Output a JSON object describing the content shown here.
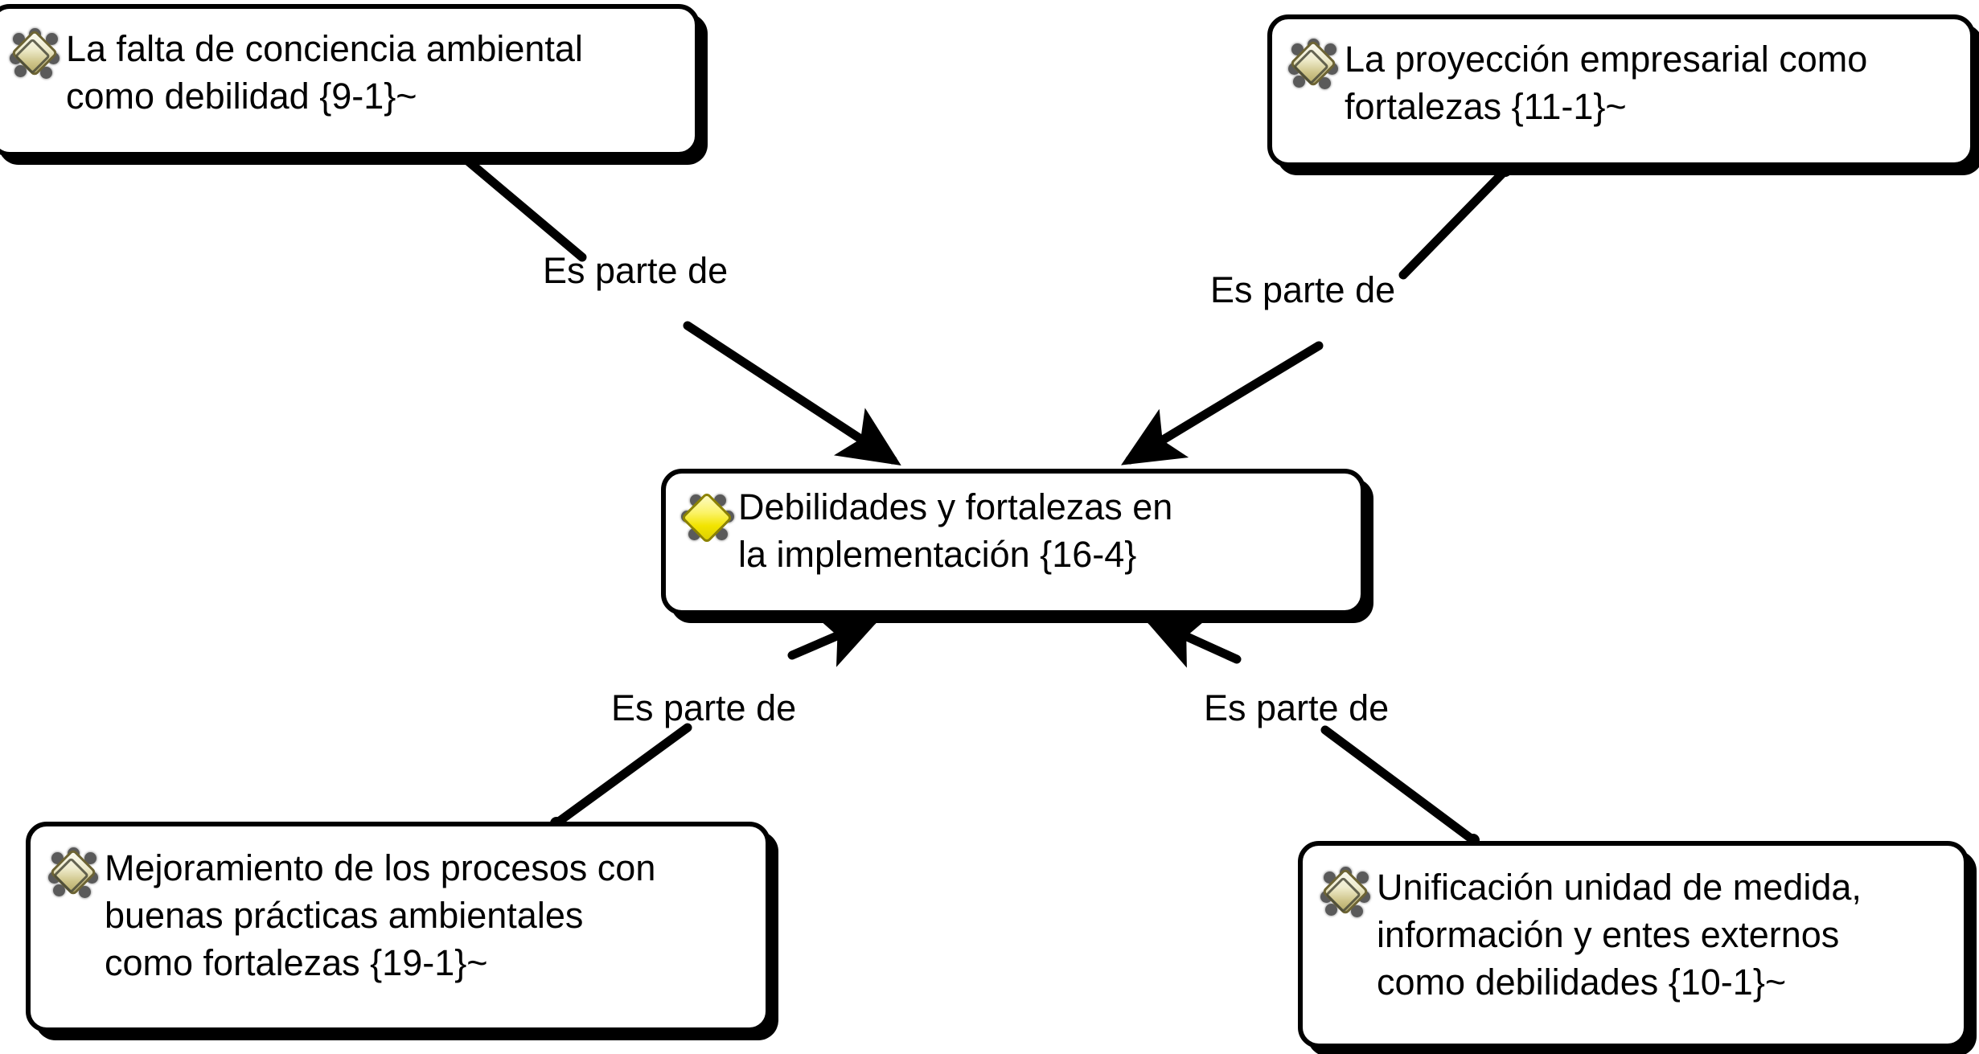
{
  "diagram": {
    "type": "concept-map",
    "background_color": "#ffffff",
    "line_color": "#000000",
    "node_border_color": "#000000",
    "node_fill_color": "#ffffff",
    "center_icon_color": "#f2e400",
    "outer_icon_color": "#cfc58a",
    "nodes": [
      {
        "id": "weakness-awareness",
        "label": "La falta de conciencia ambiental\ncomo debilidad {9-1}~",
        "code": "{9-1}~",
        "icon": "concept-cluster-icon",
        "role": "source"
      },
      {
        "id": "business-projection",
        "label": "La proyección empresarial como\nfortalezas {11-1}~",
        "code": "{11-1}~",
        "icon": "concept-cluster-icon",
        "role": "source"
      },
      {
        "id": "center",
        "label": "Debilidades y fortalezas en\nla implementación {16-4}",
        "code": "{16-4}",
        "icon": "concept-diamond-icon",
        "role": "target"
      },
      {
        "id": "improvement",
        "label": "Mejoramiento de los procesos con\nbuenas prácticas ambientales\ncomo fortalezas {19-1}~",
        "code": "{19-1}~",
        "icon": "concept-cluster-icon",
        "role": "source"
      },
      {
        "id": "unification",
        "label": "Unificación unidad de medida,\ninformación y entes externos\ncomo debilidades {10-1}~",
        "code": "{10-1}~",
        "icon": "concept-cluster-icon",
        "role": "source"
      }
    ],
    "edges": [
      {
        "id": "edge-0",
        "from": "weakness-awareness",
        "to": "center",
        "label": "Es parte de"
      },
      {
        "id": "edge-1",
        "from": "business-projection",
        "to": "center",
        "label": "Es parte de"
      },
      {
        "id": "edge-2",
        "from": "improvement",
        "to": "center",
        "label": "Es parte de"
      },
      {
        "id": "edge-3",
        "from": "unification",
        "to": "center",
        "label": "Es parte de"
      }
    ]
  }
}
